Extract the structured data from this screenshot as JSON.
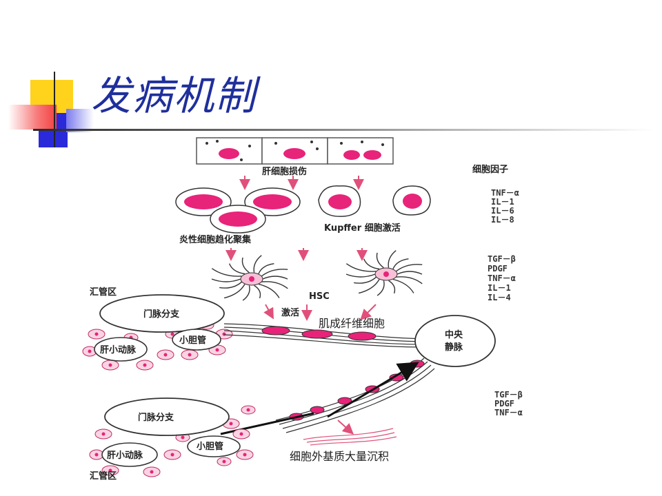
{
  "slide": {
    "title": "发病机制"
  },
  "colors": {
    "title": "#1f2f9c",
    "accent_yellow": "#ffd21c",
    "accent_blue": "#2a2adb",
    "accent_red": "#f24040",
    "cell_pink": "#e8237a",
    "arrow_pink": "#e0507a"
  },
  "diagram": {
    "hepatocyte_injury": "肝细胞损伤",
    "inflammatory_aggregation": "炎性细胞趋化聚集",
    "kupffer_activation": "Kupffer 细胞激活",
    "cytokines_title": "细胞因子",
    "cytokines_1": [
      "TNF－α",
      "IL－1",
      "IL－6",
      "IL－8"
    ],
    "cytokines_2": [
      "TGF－β",
      "PDGF",
      "TNF－α",
      "IL－1",
      "IL－4"
    ],
    "cytokines_3": [
      "TGF－β",
      "PDGF",
      "TNF－α"
    ],
    "hsc": "HSC",
    "activation": "激活",
    "myofibroblast": "肌成纤维细胞",
    "portal_area_top": "汇管区",
    "portal_area_bottom": "汇管区",
    "portal_vein_branch_top": "门脉分支",
    "portal_vein_branch_bottom": "门脉分支",
    "bile_duct_top": "小胆管",
    "bile_duct_bottom": "小胆管",
    "hepatic_artery_top": "肝小动脉",
    "hepatic_artery_bottom": "肝小动脉",
    "central_vein_1": "中央",
    "central_vein_2": "静脉",
    "ecm_deposition": "细胞外基质大量沉积"
  }
}
